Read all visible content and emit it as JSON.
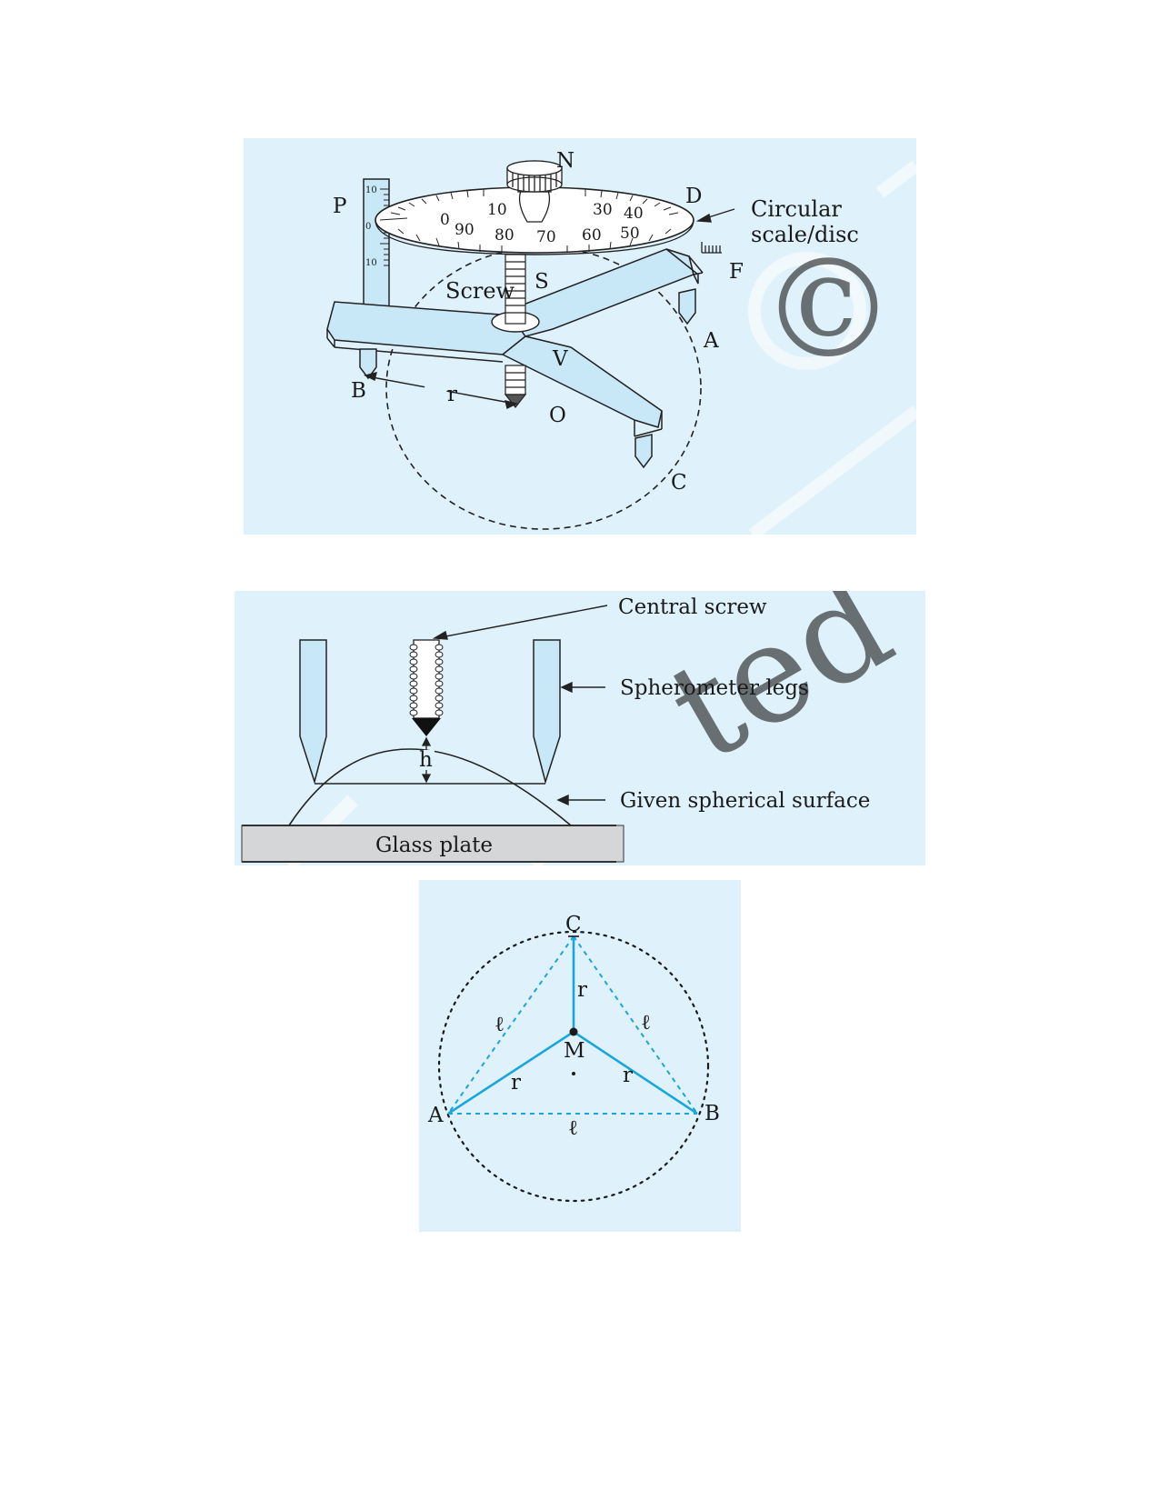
{
  "watermark": {
    "symbol": "©",
    "text": "ted"
  },
  "fig1": {
    "labels": {
      "N": "N",
      "D": "D",
      "P": "P",
      "F": "F",
      "A": "A",
      "V": "V",
      "S": "S",
      "B": "B",
      "r": "r",
      "O": "O",
      "C": "C"
    },
    "screw": "Screw",
    "circular_scale_line1": "Circular",
    "circular_scale_line2": "scale/disc",
    "dial_numbers": [
      "0",
      "10",
      "30",
      "40",
      "50",
      "60",
      "70",
      "80",
      "90"
    ],
    "main_scale_numbers": [
      "10",
      "0",
      "10"
    ]
  },
  "fig2": {
    "central_screw": "Central screw",
    "spherometer_legs": "Spherometer legs",
    "given_spherical_surface": "Given spherical surface",
    "glass_plate": "Glass plate",
    "h": "h"
  },
  "fig3": {
    "C": "C",
    "A": "A",
    "B": "B",
    "M": "M",
    "r": "r",
    "l": "ℓ"
  },
  "colors": {
    "panel_bg": "#dff1fa",
    "part_fill": "#c9e8f7",
    "line_blue": "#19a6dc",
    "ink": "#1a1a1a"
  }
}
